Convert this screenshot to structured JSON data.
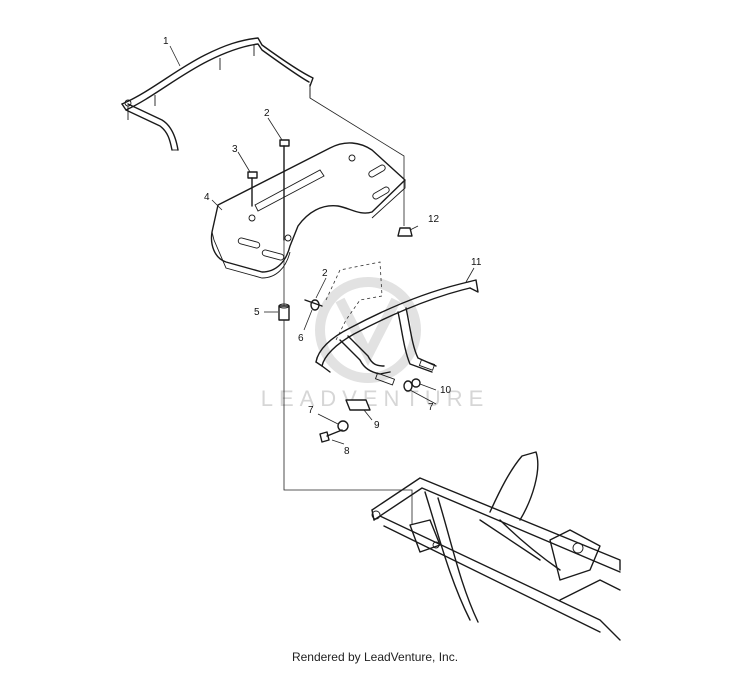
{
  "callouts": {
    "c1": "1",
    "c2a": "2",
    "c2b": "2",
    "c3": "3",
    "c4": "4",
    "c5": "5",
    "c6": "6",
    "c7a": "7",
    "c7b": "7",
    "c8": "8",
    "c9": "9",
    "c10": "10",
    "c11": "11",
    "c12": "12"
  },
  "watermark": {
    "text": "LEADVENTURE"
  },
  "footer": {
    "text": "Rendered by LeadVenture, Inc."
  }
}
